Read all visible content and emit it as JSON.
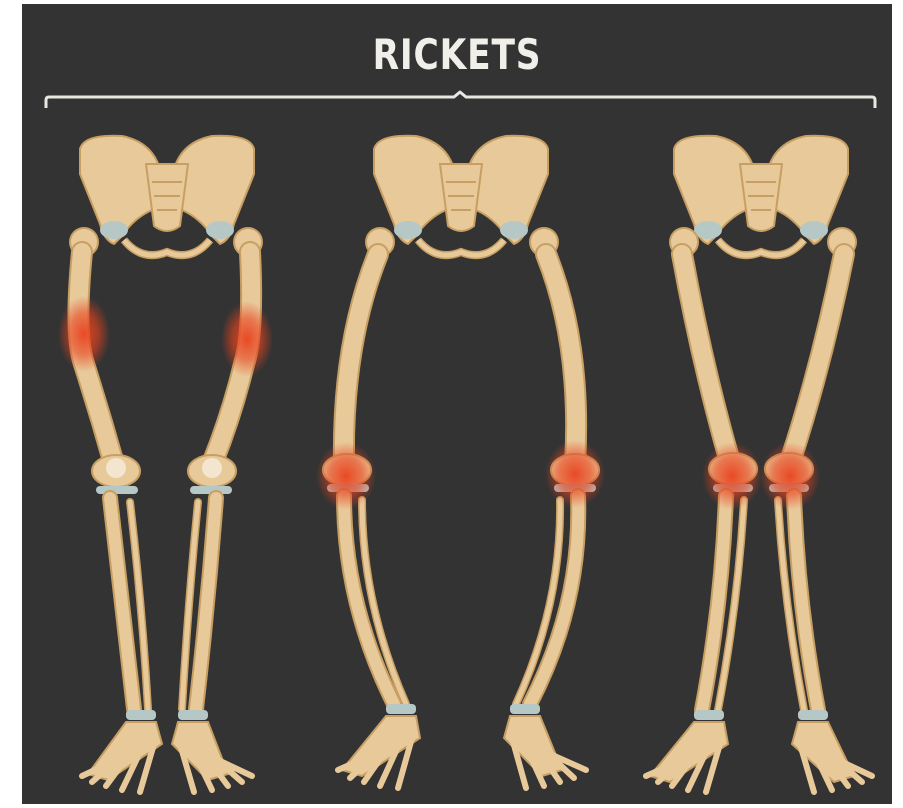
{
  "title": "RICKETS",
  "colors": {
    "background": "#333333",
    "bone": "#e8c99a",
    "bone_outline": "#c89f63",
    "cartilage": "#b6c8c6",
    "inflammation": "#e8431f",
    "bracket": "#e9e7e1",
    "title": "#f1efe9"
  },
  "figures": [
    {
      "name": "femur-shaft-bowing",
      "highlight": "thigh"
    },
    {
      "name": "bow-legs",
      "highlight": "knees"
    },
    {
      "name": "knock-knees",
      "highlight": "knees"
    }
  ]
}
